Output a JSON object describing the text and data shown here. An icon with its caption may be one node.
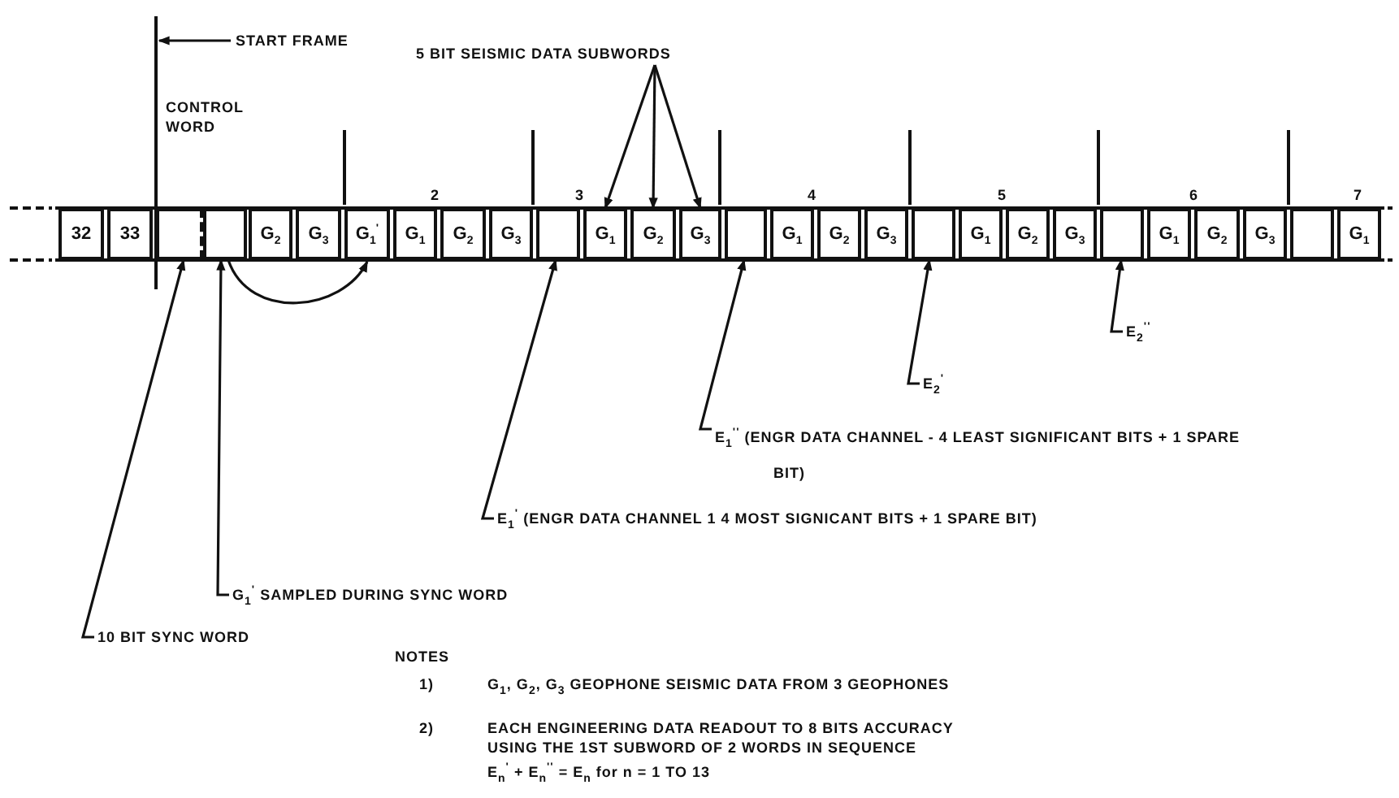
{
  "diagram": {
    "nodes": [
      {
        "text": [
          "32"
        ]
      },
      {
        "text": [
          "33"
        ]
      },
      {
        "text": [],
        "shape": "box"
      },
      {
        "text": [],
        "shape": "box"
      },
      {
        "text": [
          "G$_{2}$"
        ]
      },
      {
        "text": [
          "G$_{3}$"
        ]
      },
      {
        "text": [
          "G$_{1}$$^{'}$"
        ]
      },
      {
        "text": [
          "G$_{1}$"
        ]
      },
      {
        "text": [
          "G$_{2}$"
        ]
      },
      {
        "text": [
          "G$_{3}$"
        ]
      },
      {
        "text": [],
        "shape": "box"
      },
      {
        "text": [
          "G$_{1}$"
        ]
      },
      {
        "text": [
          "G$_{2}$"
        ]
      },
      {
        "text": [
          "G$_{3}$"
        ]
      },
      {
        "text": [],
        "shape": "box"
      },
      {
        "text": [
          "G$_{1}$"
        ]
      },
      {
        "text": [
          "G$_{2}$"
        ]
      },
      {
        "text": [
          "G$_{3}$"
        ]
      },
      {
        "text": [],
        "shape": "box"
      },
      {
        "text": [
          "G$_{1}$"
        ]
      },
      {
        "text": [
          "G$_{2}$"
        ]
      },
      {
        "text": [
          "G$_{3}$"
        ]
      },
      {
        "text": [],
        "shape": "box"
      },
      {
        "text": [
          "G$_{1}$"
        ]
      },
      {
        "text": [
          "G$_{2}$"
        ]
      },
      {
        "text": [
          "G$_{3}$"
        ]
      },
      {
        "text": [],
        "shape": "box"
      },
      {
        "text": [
          "G$_{1}$"
        ]
      },
      {
        "text": [
          "START FRAME"
        ]
      },
      {
        "text": [
          "5 BIT SEISMIC DATA SUBWORDS"
        ]
      },
      {
        "text": [
          "10 BIT SYNC WORD"
        ]
      },
      {
        "text": [
          "G$_{1}$$^{'}$ SAMPLED DURING SYNC WORD"
        ]
      },
      {
        "text": [
          "E$_{1}$$^{'}$ (ENGR DATA CHANNEL 1 4 MOST SIGNICANT BITS + 1 SPARE BIT)"
        ]
      },
      {
        "text": [
          "E$_{1}$$^{''}$ (ENGR DATA CHANNEL - 4 LEAST SIGNIFICANT BITS + 1 SPARE BIT)"
        ]
      },
      {
        "text": [
          "E$_{2}$$^{'}$"
        ]
      },
      {
        "text": [
          "E$_{2}$$^{''}$"
        ]
      }
    ],
    "edges": [
      {
        "from": 28,
        "to": null,
        "arrow": "to"
      },
      {
        "from": 29,
        "to": 11,
        "arrow": "to"
      },
      {
        "from": 29,
        "to": 12,
        "arrow": "to"
      },
      {
        "from": 29,
        "to": 13,
        "arrow": "to"
      },
      {
        "from": 3,
        "to": 6,
        "arrow": "to"
      },
      {
        "from": 30,
        "to": 2,
        "arrow": "to"
      },
      {
        "from": 31,
        "to": 3,
        "arrow": "to"
      },
      {
        "from": 32,
        "to": 10,
        "arrow": "to"
      },
      {
        "from": 33,
        "to": 14,
        "arrow": "to"
      },
      {
        "from": 34,
        "to": 18,
        "arrow": "to"
      },
      {
        "from": 35,
        "to": 22,
        "arrow": "to"
      }
    ],
    "labels": [
      "CONTROL WORD",
      "2",
      "3",
      "4",
      "5",
      "6",
      "7",
      "NOTES",
      "1)",
      "G$_{1}$, G$_{2}$, G$_{3}$ GEOPHONE SEISMIC DATA FROM 3 GEOPHONES",
      "2)",
      "EACH ENGINEERING DATA READOUT TO 8 BITS ACCURACY USING THE 1ST SUBWORD OF 2 WORDS IN SEQUENCE",
      "E$_{n}$$^{'}$ + E$_{n}$$^{''}$ = E$_{n}$ for n = 1 TO 13"
    ]
  }
}
